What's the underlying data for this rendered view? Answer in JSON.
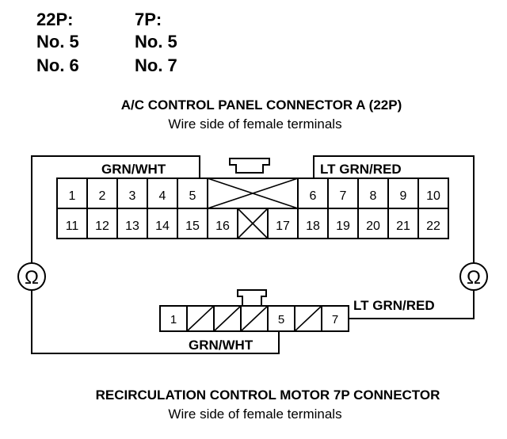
{
  "pin_table": {
    "headers": [
      "22P:",
      "7P:"
    ],
    "rows": [
      [
        "No. 5",
        "No. 5"
      ],
      [
        "No. 6",
        "No. 7"
      ]
    ]
  },
  "connector_a": {
    "title": "A/C CONTROL PANEL CONNECTOR A (22P)",
    "subtitle": "Wire side of female terminals",
    "top_row": [
      "1",
      "2",
      "3",
      "4",
      "5",
      "",
      "6",
      "7",
      "8",
      "9",
      "10"
    ],
    "bottom_row": [
      "11",
      "12",
      "13",
      "14",
      "15",
      "16",
      "",
      "17",
      "18",
      "19",
      "20",
      "21",
      "22"
    ],
    "left_wire_label": "GRN/WHT",
    "right_wire_label": "LT GRN/RED"
  },
  "connector_b": {
    "title": "RECIRCULATION CONTROL MOTOR 7P CONNECTOR",
    "subtitle": "Wire side of female terminals",
    "pins": [
      "1",
      "",
      "",
      "",
      "5",
      "",
      "7"
    ],
    "left_wire_label": "GRN/WHT",
    "right_wire_label": "LT GRN/RED"
  },
  "meters": {
    "left_symbol": "Ω",
    "right_symbol": "Ω"
  }
}
